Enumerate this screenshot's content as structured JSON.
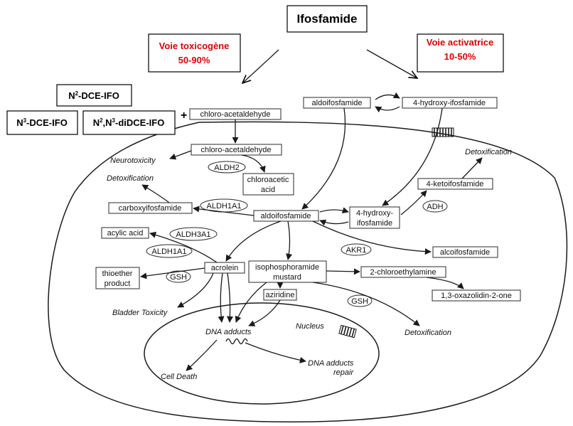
{
  "title": "Ifosfamide",
  "pathways": {
    "toxic": {
      "line1": "Voie toxicogène",
      "line2": "50-90%"
    },
    "active": {
      "line1": "Voie activatrice",
      "line2": "10-50%"
    }
  },
  "metabolites": {
    "n2": {
      "a": "N",
      "sup": "2",
      "b": "-DCE-IFO"
    },
    "n3": {
      "a": "N",
      "sup": "3",
      "b": "-DCE-IFO"
    },
    "n23": {
      "a": "N",
      "sup1": "2",
      "m": ",N",
      "sup2": "3",
      "b": "-diDCE-IFO"
    },
    "plus": "+"
  },
  "boxes": {
    "chloro_outside": "chloro-acetaldehyde",
    "aldo_outside": "aldoifosfamide",
    "hydroxy_outside": "4-hydroxy-ifosfamide",
    "chloro_inside": "chloro-acetaldehyde",
    "chloroacetic_1": "chloroacetic",
    "chloroacetic_2": "acid",
    "ketoifosfamide": "4-ketoifosfamide",
    "carboxy": "carboxyifosfamide",
    "aldo_inside": "aldoifosfamide",
    "hydroxy_inside_1": "4-hydroxy-",
    "hydroxy_inside_2": "ifosfamide",
    "acylic": "acylic acid",
    "alcoifosfamide": "alcoifosfamide",
    "thioether_1": "thioether",
    "thioether_2": "product",
    "acrolein": "acrolein",
    "ipm_1": "isophosphoramide",
    "ipm_2": "mustard",
    "chloroethylamine": "2-chloroethylamine",
    "aziridine": "aziridine",
    "oxazolidin": "1,3-oxazolidin-2-one"
  },
  "enzymes": {
    "aldh2": "ALDH2",
    "aldh1a1_a": "ALDH1A1",
    "adh": "ADH",
    "aldh3a1": "ALDH3A1",
    "aldh1a1_b": "ALDH1A1",
    "akr1": "AKR1",
    "gsh_a": "GSH",
    "gsh_b": "GSH"
  },
  "labels": {
    "neurotoxicity": "Neurotoxicity",
    "detox_left": "Detoxification",
    "detox_right": "Detoxification",
    "detox_bottom": "Detoxification",
    "bladder": "Bladder Toxicity",
    "dna_adducts": "DNA adducts",
    "nucleus": "Nucleus",
    "cell_death": "Cell Death",
    "dna_repair_1": "DNA adducts",
    "dna_repair_2": "repair"
  },
  "colors": {
    "highlight": "#e00000",
    "ink": "#111111"
  }
}
